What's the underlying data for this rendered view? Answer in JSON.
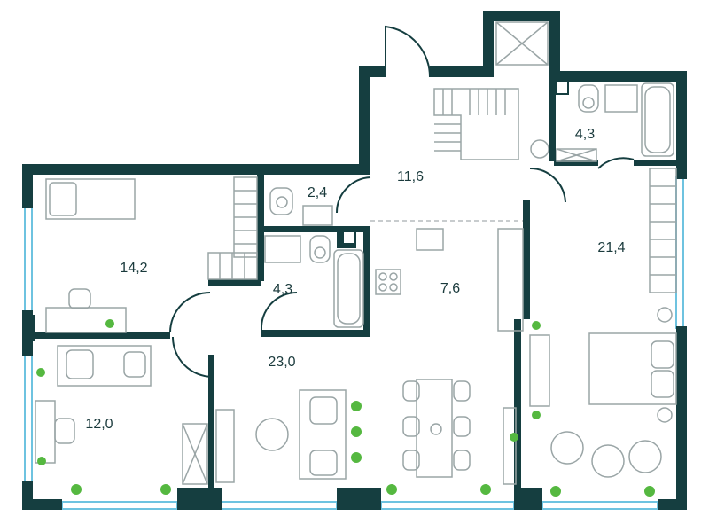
{
  "colors": {
    "wall": "#153e40",
    "furniture_line": "#9aa5a6",
    "window": "#6ec3e0",
    "plant": "#55b840",
    "text": "#1a3a3c"
  },
  "rooms": [
    {
      "id": "hall",
      "area": "11,6"
    },
    {
      "id": "wc-small",
      "area": "2,4"
    },
    {
      "id": "bathroom-top",
      "area": "4,3"
    },
    {
      "id": "bedroom-left",
      "area": "14,2"
    },
    {
      "id": "bathroom-mid",
      "area": "4,3"
    },
    {
      "id": "kitchen",
      "area": "7,6"
    },
    {
      "id": "bedroom-master",
      "area": "21,4"
    },
    {
      "id": "living-room",
      "area": "23,0"
    },
    {
      "id": "bedroom-bottom",
      "area": "12,0"
    }
  ]
}
